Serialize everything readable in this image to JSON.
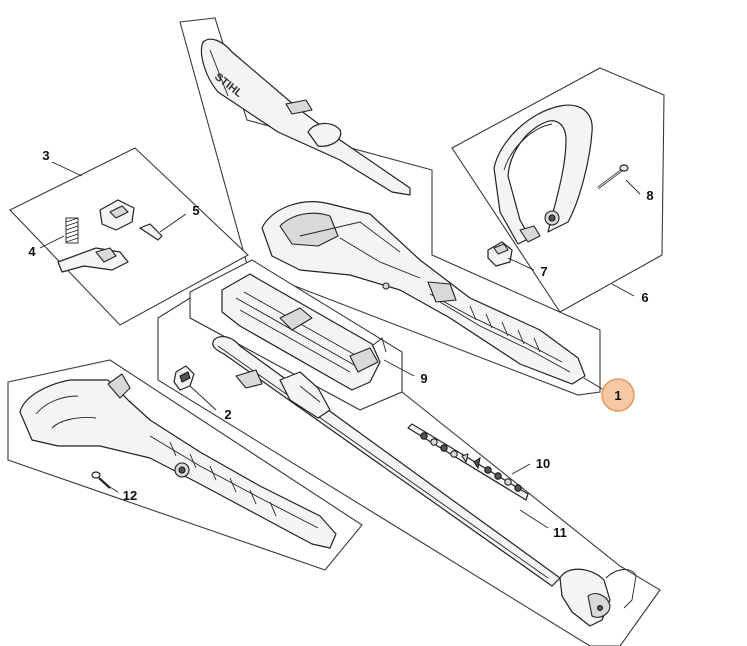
{
  "diagram": {
    "brand_mark": "STIHL",
    "highlighted_callout": "1",
    "colors": {
      "line": "#222222",
      "panel_border": "#3a3a3a",
      "highlight_fill": "#f6c9a4",
      "highlight_stroke": "#e39a5c"
    },
    "callouts": [
      {
        "id": "c1",
        "label": "1"
      },
      {
        "id": "c2",
        "label": "2"
      },
      {
        "id": "c3",
        "label": "3"
      },
      {
        "id": "c4",
        "label": "4"
      },
      {
        "id": "c5",
        "label": "5"
      },
      {
        "id": "c6",
        "label": "6"
      },
      {
        "id": "c7",
        "label": "7"
      },
      {
        "id": "c8",
        "label": "8"
      },
      {
        "id": "c9",
        "label": "9"
      },
      {
        "id": "c10",
        "label": "10"
      },
      {
        "id": "c11",
        "label": "11"
      },
      {
        "id": "c12",
        "label": "12"
      }
    ]
  }
}
